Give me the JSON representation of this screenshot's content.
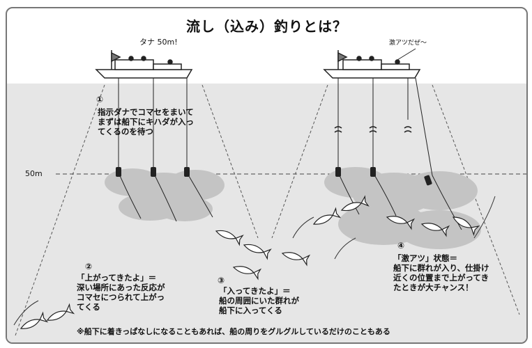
{
  "title": "流し（込み）釣りとは？",
  "boat1_callout": "タナ 50m!",
  "boat2_callout": "激アツだぜ～",
  "depth_label": "50m",
  "steps": [
    {
      "number": "①",
      "lines": [
        "指示ダナでコマセをまいて",
        "まずは船下にキハダが入っ",
        "てくるのを待つ"
      ]
    },
    {
      "number": "②",
      "lines": [
        "「上がってきたよ」＝",
        "深い場所にあった反応が",
        "コマセにつられて上がっ",
        "てくる"
      ]
    },
    {
      "number": "③",
      "lines": [
        "「入ってきたよ」＝",
        "船の周囲にいた群れが",
        "船下に入ってくる"
      ]
    },
    {
      "number": "④",
      "lines": [
        "「激アツ」状態＝",
        "船下に群れが入り、仕掛け",
        "近くの位置まで上がってき",
        "たときが大チャンス！"
      ]
    }
  ],
  "footnote": "※船下に着きっぱなしになることもあれば、船の周りをグルグルしているだけのこともある",
  "colors": {
    "sea": "#e6e6e6",
    "cloud": "#c4c4c4",
    "line": "#222222",
    "frame": "#777777"
  }
}
